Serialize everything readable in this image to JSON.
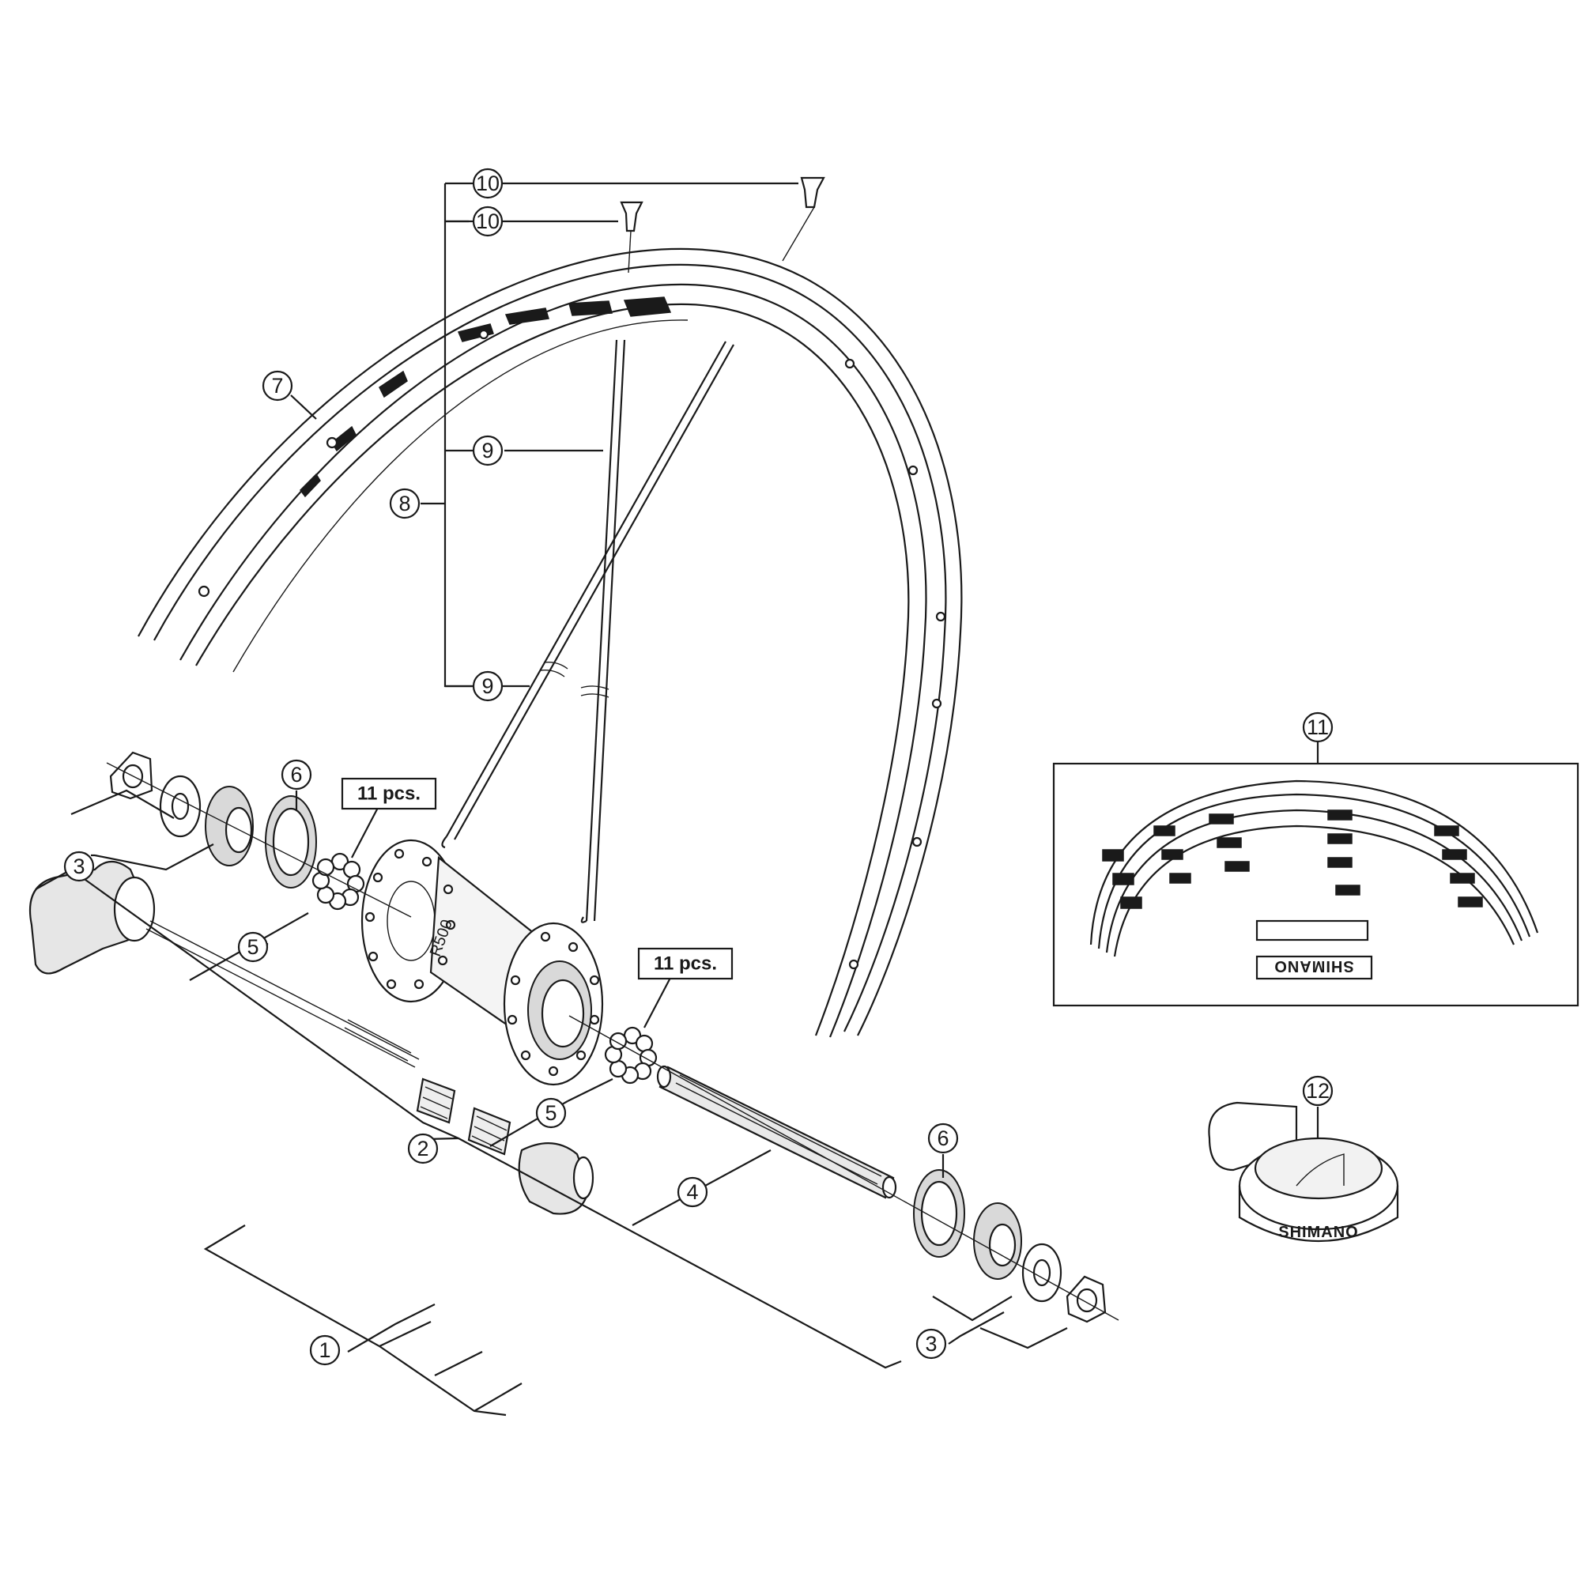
{
  "callouts": {
    "c1": "1",
    "c2": "2",
    "c3a": "3",
    "c3b": "3",
    "c4": "4",
    "c5a": "5",
    "c5b": "5",
    "c6a": "6",
    "c6b": "6",
    "c7": "7",
    "c8": "8",
    "c9a": "9",
    "c9b": "9",
    "c10a": "10",
    "c10b": "10",
    "c11": "11",
    "c12": "12"
  },
  "bearing_labels": {
    "left": "11 pcs.",
    "right": "11 pcs."
  },
  "brand": {
    "decal_logo": "SHIMANO",
    "rim_tape_logo": "SHIMANO",
    "hub_marking": "R500"
  },
  "colors": {
    "line": "#1a1a1a",
    "background": "#ffffff",
    "part_fill": "#d9d9d9"
  }
}
